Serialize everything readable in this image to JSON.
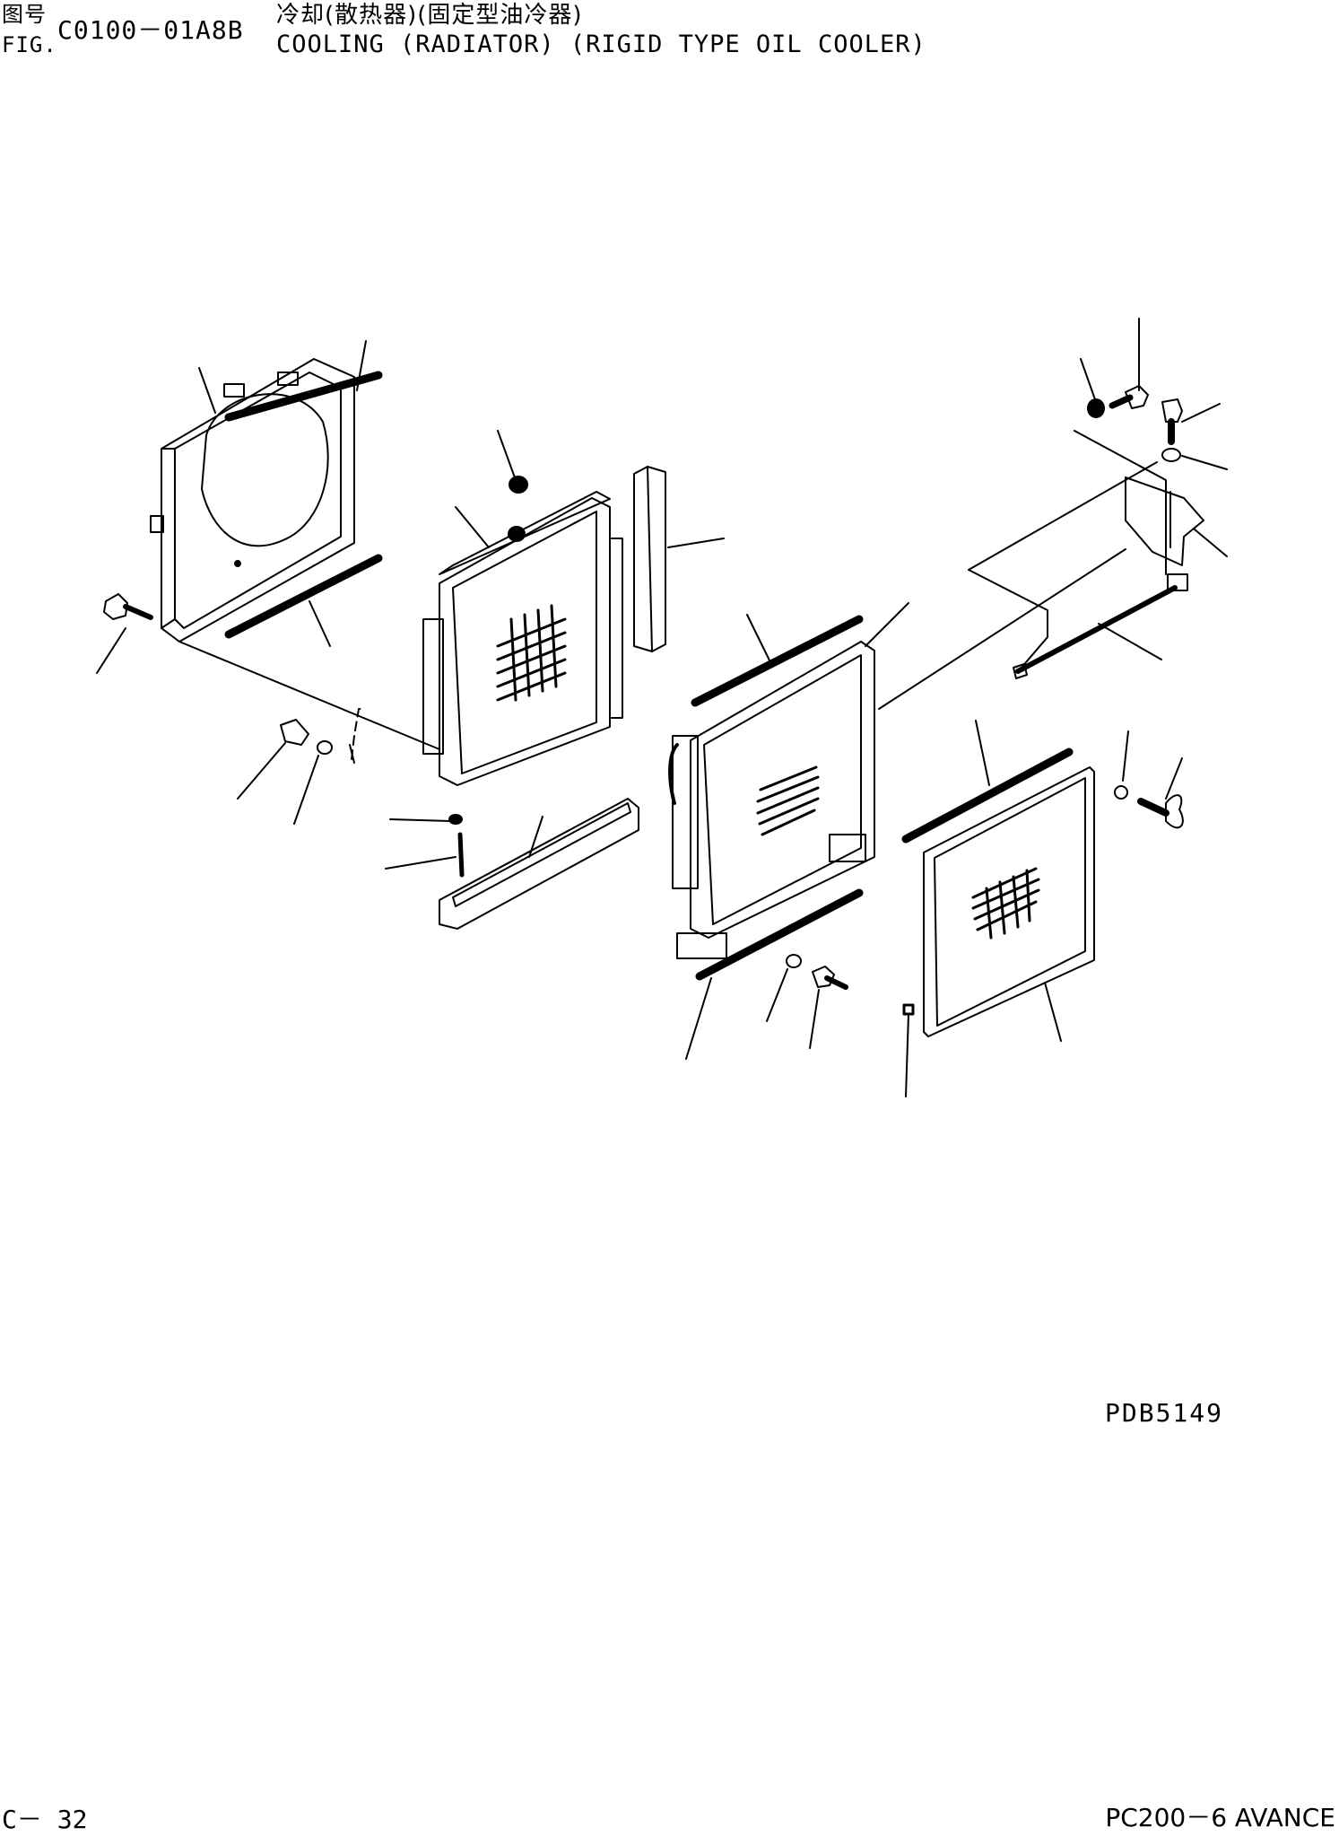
{
  "header": {
    "fig_label_cn": "图号",
    "fig_label_en": "FIG.",
    "fig_number": "C0100－01A8B",
    "title_cn": "冷却(散热器)(固定型油冷器)",
    "title_en": "COOLING (RADIATOR) (RIGID TYPE OIL COOLER)"
  },
  "drawing_code": "PDB5149",
  "footer": {
    "page": "C－ 32",
    "model": "PC200－6 AVANCE"
  },
  "colors": {
    "ink": "#000000",
    "paper": "#ffffff"
  }
}
